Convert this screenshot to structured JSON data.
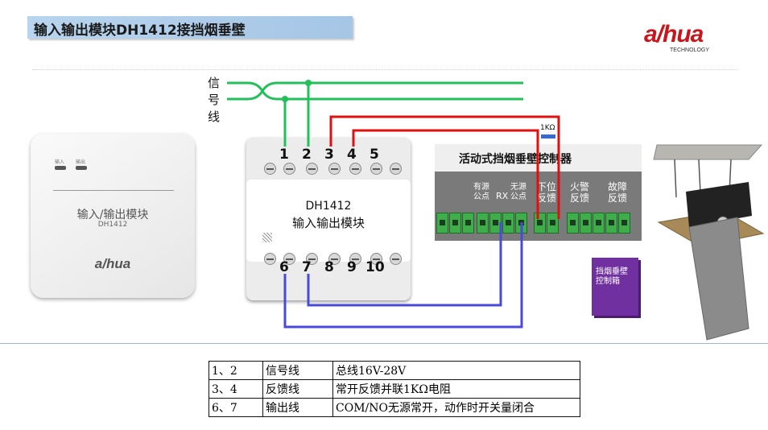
{
  "title": "输入输出模块DH1412接挡烟垂壁",
  "logo": {
    "main": "a/hua",
    "sub": "TECHNOLOGY"
  },
  "module_image": {
    "led_labels": [
      "输入",
      "输出"
    ],
    "name": "输入/输出模块",
    "model": "DH1412",
    "logo": "a/hua"
  },
  "signal_label": [
    "信",
    "号",
    "线"
  ],
  "terminal_block": {
    "top_terminals": [
      "1",
      "2",
      "3",
      "4",
      "5"
    ],
    "bottom_terminals": [
      "6",
      "7",
      "8",
      "9",
      "10"
    ],
    "model": "DH1412",
    "name": "输入输出模块"
  },
  "resistor_label": "1KΩ",
  "controller": {
    "title": "活动式挡烟垂壁控制器",
    "labels": [
      {
        "l1": "有源",
        "l2": "公点"
      },
      {
        "l1": "无源",
        "l2": "公点"
      },
      {
        "l1": "下位",
        "l2": "反馈"
      },
      {
        "l1": "火警",
        "l2": "反馈"
      },
      {
        "l1": "故障",
        "l2": "反馈"
      }
    ],
    "rx_label": "RX"
  },
  "control_box": {
    "label_line1": "挡烟垂壁",
    "label_line2": "控制箱"
  },
  "colors": {
    "signal": "#22c05a",
    "feedback": "#e01010",
    "output": "#4a4ad8",
    "title_bar": "#b8d4ee",
    "brand": "#c8161d"
  },
  "table": {
    "rows": [
      {
        "terminals": "1、2",
        "name": "信号线",
        "desc": "总线16V-28V"
      },
      {
        "terminals": "3、4",
        "name": "反馈线",
        "desc": "常开反馈并联1KΩ电阻"
      },
      {
        "terminals": "6、7",
        "name": "输出线",
        "desc": "COM/NO无源常开，动作时开关量闭合"
      }
    ]
  }
}
